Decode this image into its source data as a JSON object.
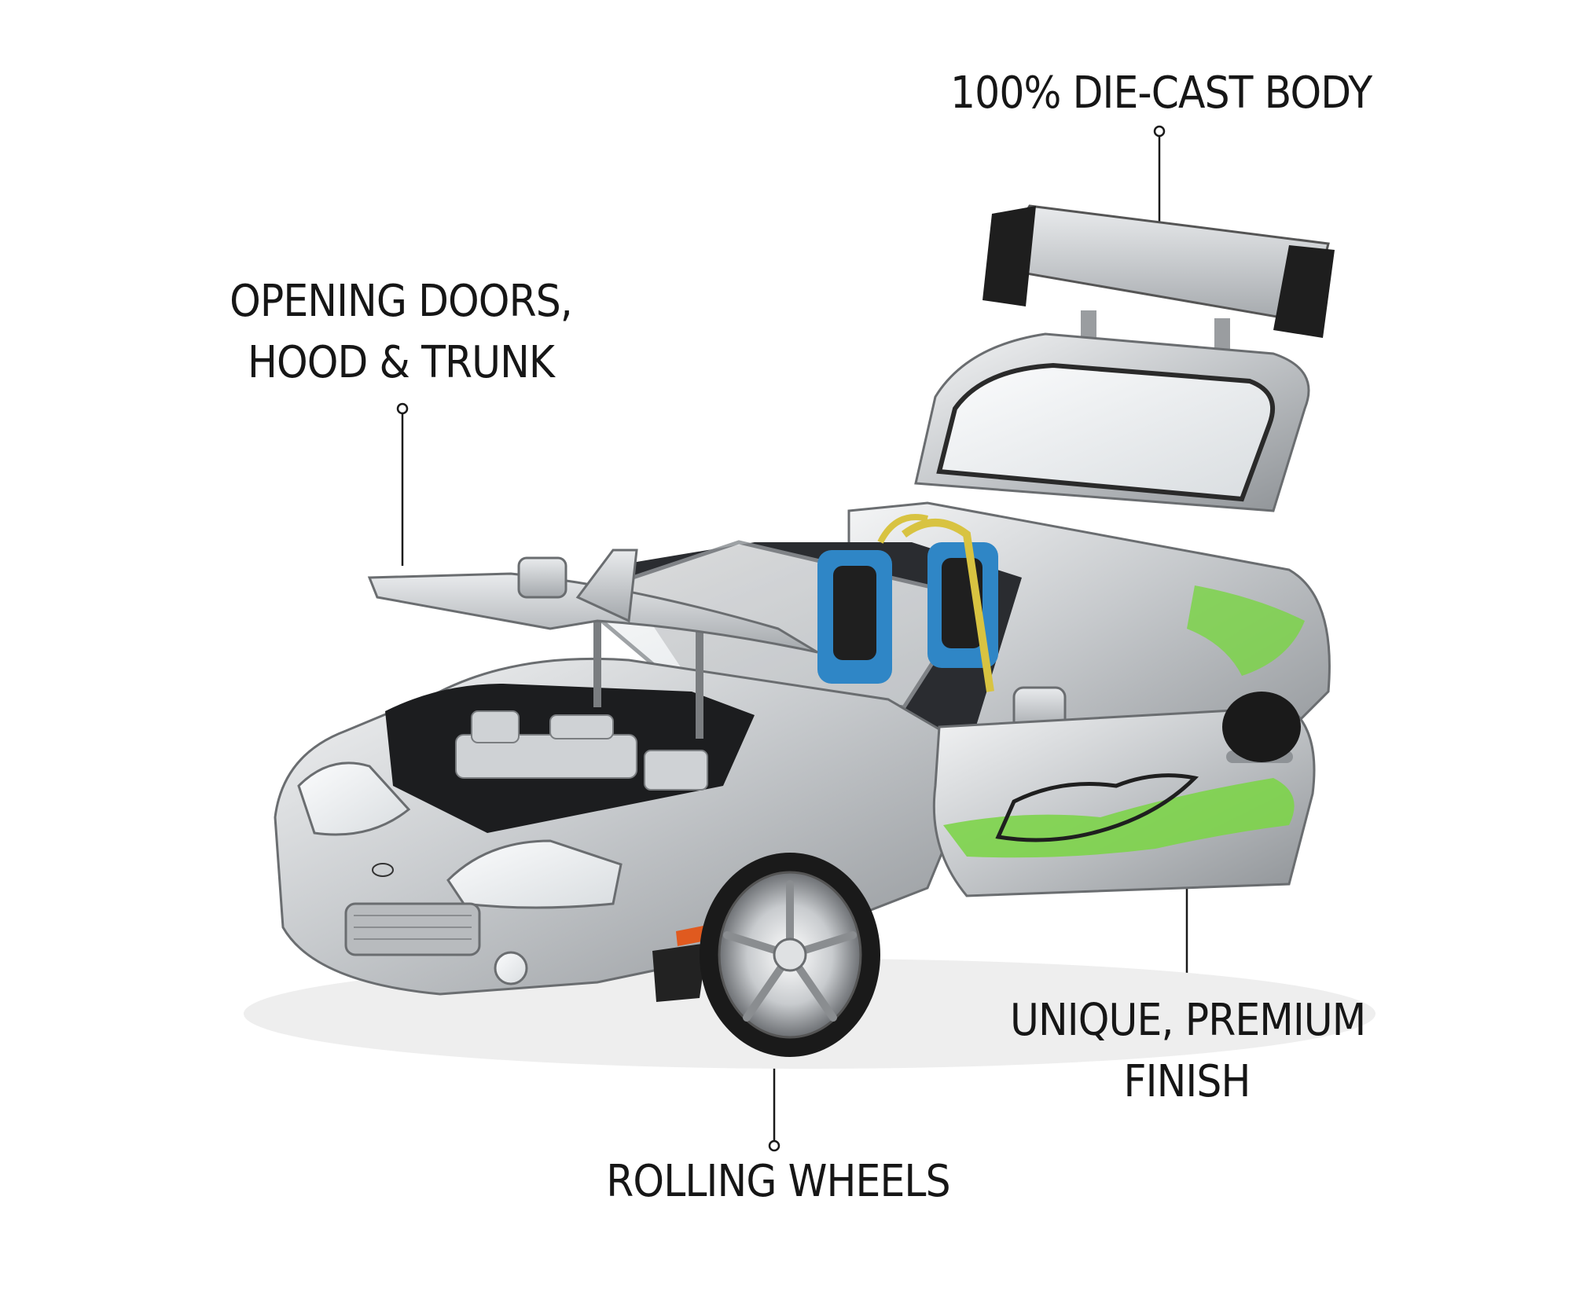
{
  "colors": {
    "text": "#161616",
    "leader": "#1a1a1a",
    "body_silver": "#c9cccf",
    "graphic_green": "#7dd44a",
    "seat_blue": "#2f86c6",
    "rollcage_yellow": "#d8c341"
  },
  "callouts": {
    "diecast": {
      "line1": "100% DIE-CAST BODY"
    },
    "opening": {
      "line1": "OPENING DOORS,",
      "line2": "HOOD & TRUNK"
    },
    "finish": {
      "line1": "UNIQUE, PREMIUM",
      "line2": "FINISH"
    },
    "wheels": {
      "line1": "ROLLING WHEELS"
    }
  },
  "product": {
    "icon": "die-cast-sports-car-model"
  }
}
